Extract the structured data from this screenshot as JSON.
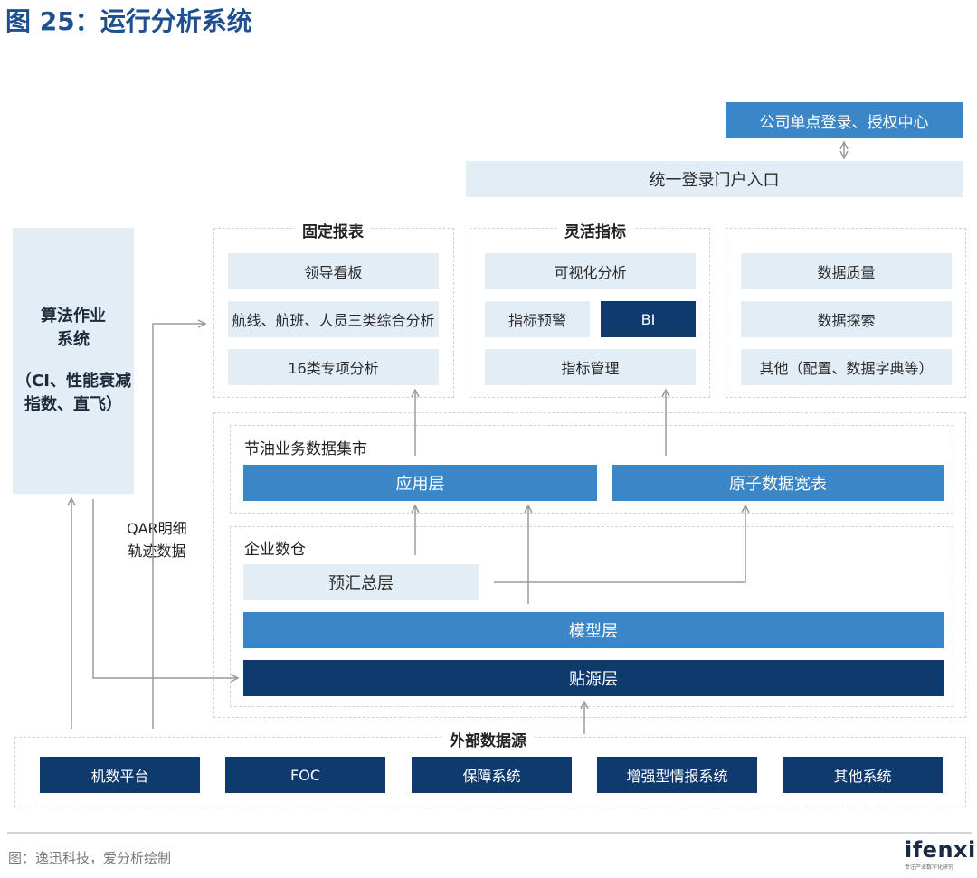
{
  "title": "图 25：运行分析系统",
  "top": {
    "sso": "公司单点登录、授权中心",
    "portal": "统一登录门户入口"
  },
  "algo": {
    "line1": "算法作业",
    "line2": "系统",
    "line3": "（CI、性能衰减",
    "line4": "指数、直飞）"
  },
  "fixed_reports": {
    "heading": "固定报表",
    "items": [
      "领导看板",
      "航线、航班、人员三类综合分析",
      "16类专项分析"
    ]
  },
  "flexible_metrics": {
    "heading": "灵活指标",
    "visual": "可视化分析",
    "alert": "指标预警",
    "bi": "BI",
    "manage": "指标管理"
  },
  "other_panel": {
    "items": [
      "数据质量",
      "数据探索",
      "其他（配置、数据字典等）"
    ]
  },
  "data_mart": {
    "heading": "节油业务数据集市",
    "app_layer": "应用层",
    "atomic_table": "原子数据宽表"
  },
  "warehouse": {
    "heading": "企业数仓",
    "summary_layer": "预汇总层",
    "model_layer": "模型层",
    "source_layer": "贴源层"
  },
  "qar_label": {
    "line1": "QAR明细",
    "line2": "轨迹数据"
  },
  "external": {
    "heading": "外部数据源",
    "items": [
      "机数平台",
      "FOC",
      "保障系统",
      "增强型情报系统",
      "其他系统"
    ]
  },
  "footer": {
    "source": "图：逸迅科技，爱分析绘制",
    "logo": "ifenxi",
    "logo_tagline": "专注产业数字化研究"
  },
  "colors": {
    "title": "#1d4f91",
    "light_box": "#e3edf6",
    "mid_box": "#3a86c7",
    "dark_box": "#0f3a6e",
    "arrow": "#9a9a9a"
  }
}
